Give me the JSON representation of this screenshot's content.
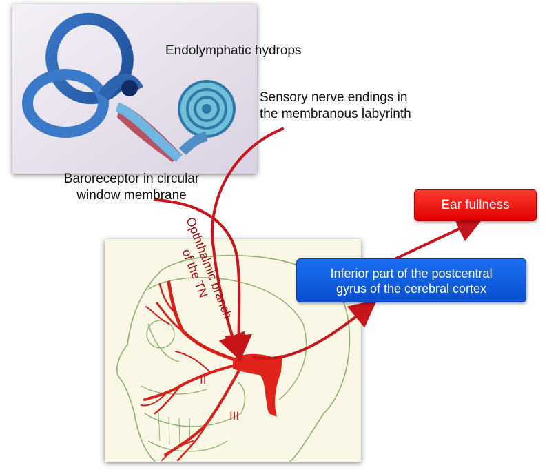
{
  "labels": {
    "endolymphatic": "Endolymphatic hydrops",
    "sensory_line1": "Sensory nerve endings in",
    "sensory_line2": "the membranous labyrinth",
    "baro_line1": "Baroreceptor in circular",
    "baro_line2": "window membrane",
    "branch_line1": "Opththalmic branch",
    "branch_line2": "of the TN",
    "roman_ii": "II",
    "roman_iii": "III"
  },
  "boxes": {
    "ear_fullness": "Ear fullness",
    "gyrus_line1": "Inferior part of the postcentral",
    "gyrus_line2": "gyrus of the cerebral cortex"
  },
  "colors": {
    "arrow": "#c8141b",
    "nerve": "#d8201a",
    "ear_box": "#e8100c",
    "gyrus_box": "#1060e0",
    "head_outline": "#7fa86a"
  }
}
